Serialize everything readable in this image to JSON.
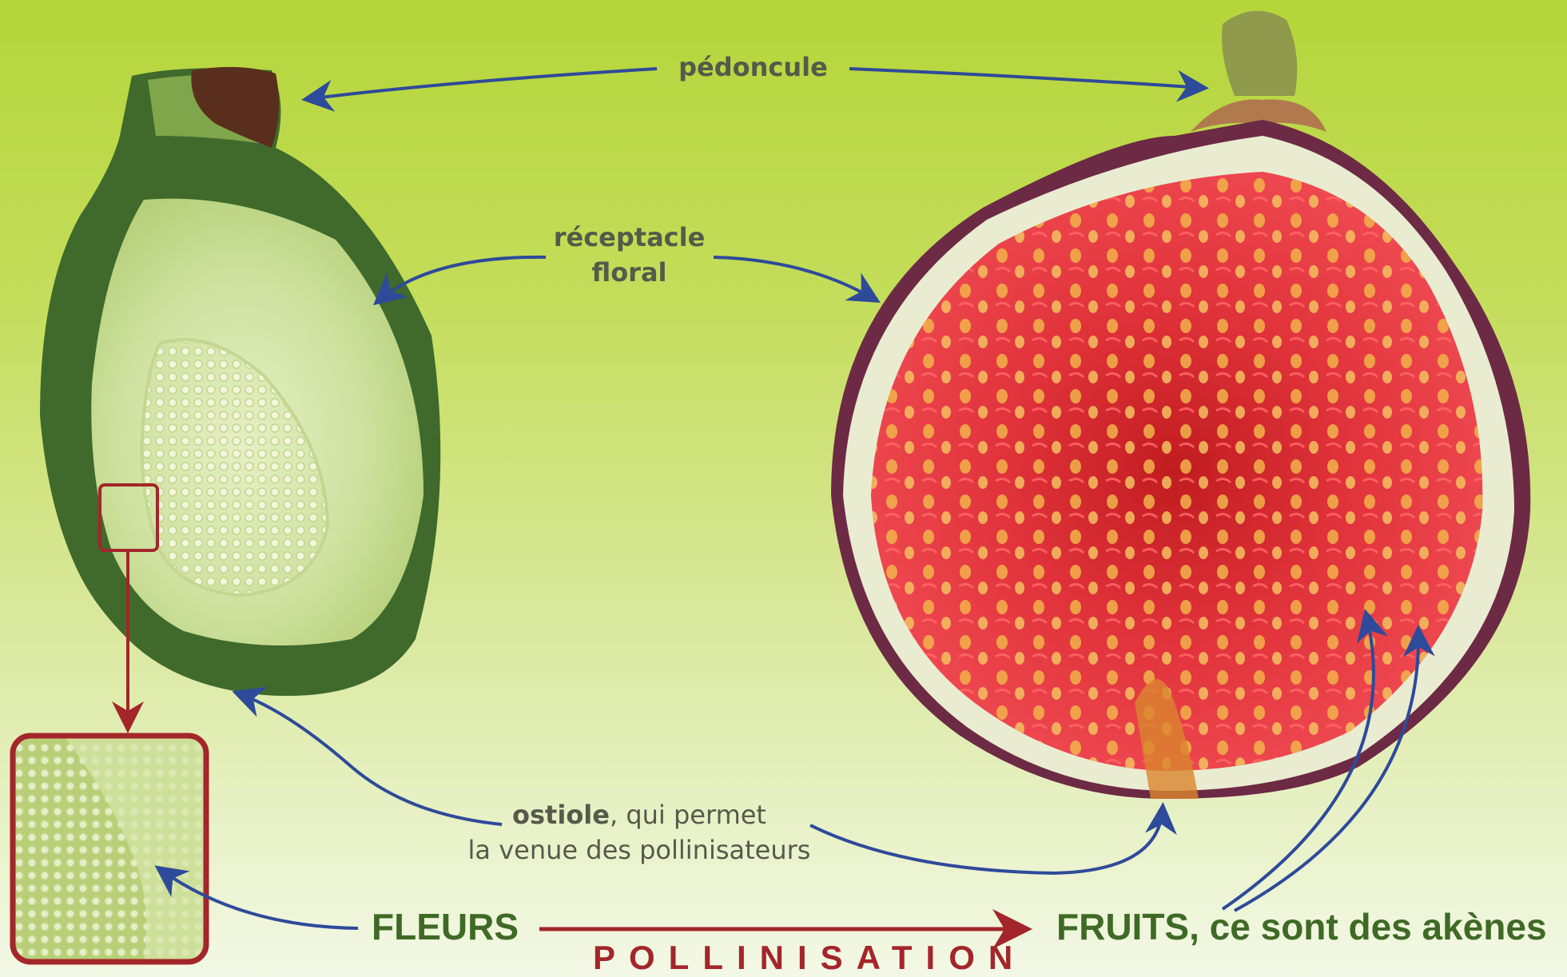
{
  "labels": {
    "peduncle": "pédoncule",
    "receptacle_line1": "réceptacle",
    "receptacle_line2": "floral",
    "ostiole_bold": "ostiole",
    "ostiole_rest": ", qui permet",
    "ostiole_line2": "la venue des pollinisateurs",
    "flowers": "FLEURS",
    "fruits": "FRUITS, ce sont des akènes",
    "pollination": "POLLINISATION"
  },
  "colors": {
    "arrow_blue": "#2e4a9a",
    "arrow_red": "#a3262a",
    "label_green": "#3f6a26",
    "label_grey": "#555a4a",
    "fig_flesh": "#e8323a",
    "fig_skin": "#6d2a45",
    "green_fig": "#3f6a2c"
  }
}
